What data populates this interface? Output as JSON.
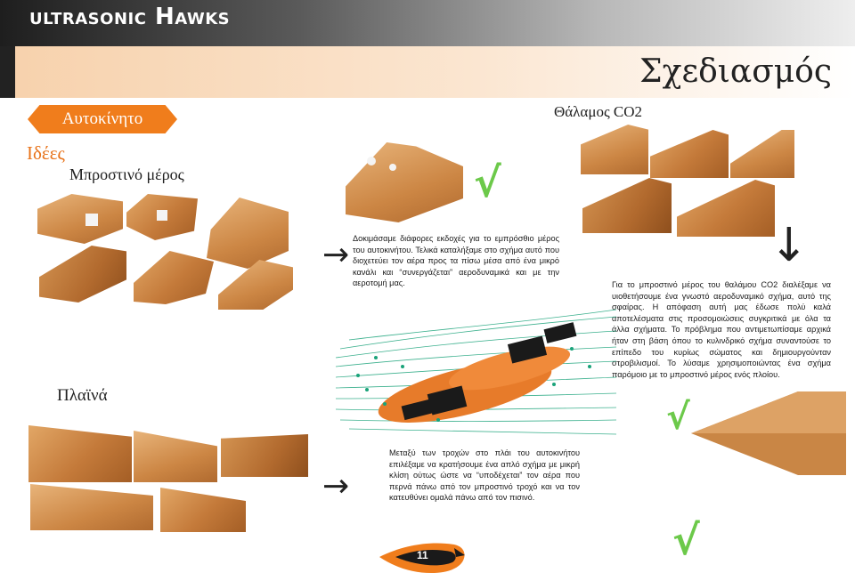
{
  "header": {
    "team_name": "ultrasonic Hawks",
    "title": "Σχεδιασμός"
  },
  "section_tab": {
    "label": "Αυτοκίνητο"
  },
  "labels": {
    "ideas": "Ιδέες",
    "front": "Μπροστινό μέρος",
    "chamber": "Θάλαμος CO2",
    "sides": "Πλαϊνά"
  },
  "paragraphs": {
    "front": "Δοκιμάσαμε διάφορες εκδοχές για το εμπρόσθιο μέρος του αυτοκινήτου. Τελικά καταλήξαμε στο σχήμα αυτό που διοχετεύει τον αέρα προς τα πίσω μέσα από ένα μικρό κανάλι και “συνεργάζεται” αεροδυναμικά και με την αεροτομή μας.",
    "chamber": "Για το μπροστινό μέρος του θαλάμου CO2 διαλέξαμε να υιοθετήσουμε ένα γνωστό αεροδυναμικό σχήμα, αυτό της σφαίρας. Η απόφαση αυτή μας έδωσε πολύ καλά αποτελέσματα στις προσομοιώσεις συγκριτικά με όλα τα άλλα σχήματα. Το πρόβλημα που αντιμετωπίσαμε αρχικά ήταν στη βάση όπου το κυλινδρικό σχήμα συναντούσε το επίπεδο του κυρίως σώματος και δημιουργούνταν στροβιλισμοί. Το λύσαμε χρησιμοποιώντας ένα σχήμα παρόμοιο με το μπροστινό μέρος ενός πλοίου.",
    "sides": "Μεταξύ των τροχών στο πλάι του αυτοκινήτου επιλέξαμε να κρατήσουμε ένα απλό σχήμα με μικρή κλίση ούτως ώστε να “υποδέχεται” τον αέρα που περνά πάνω από τον μπροστινό τροχό και να τον κατευθύνει ομαλά πάνω από τον πισινό."
  },
  "symbols": {
    "check": "√",
    "arrow_right": "→",
    "arrow_down": "↓"
  },
  "logo": {
    "number": "11"
  },
  "colors": {
    "accent": "#f07d1c",
    "check": "#6cc94a",
    "wood": "#c47a3a",
    "flow": "#1aa37a"
  }
}
